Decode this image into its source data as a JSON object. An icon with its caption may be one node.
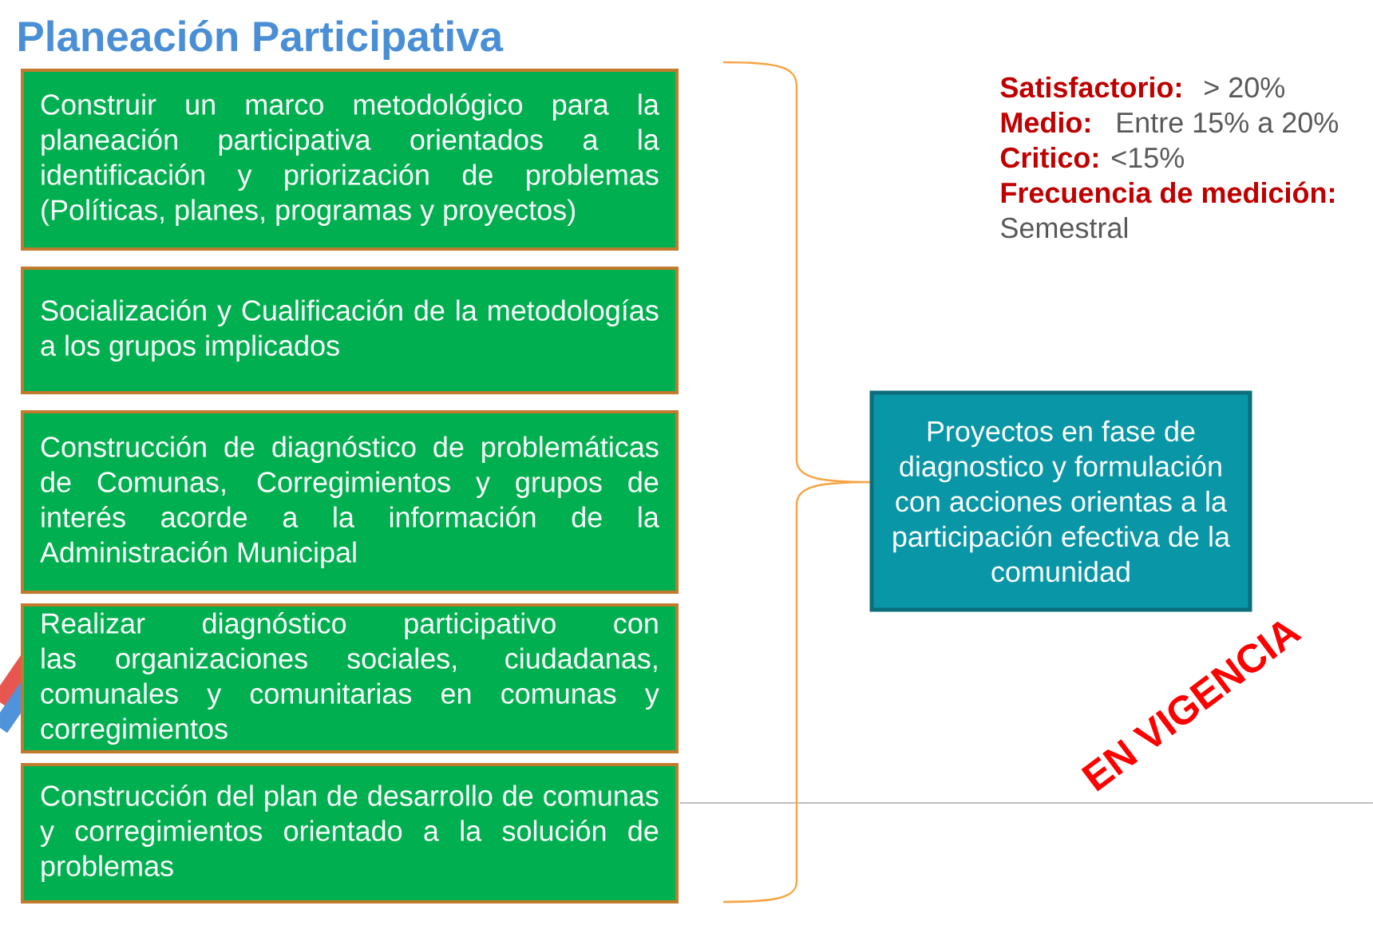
{
  "diagram": {
    "title": "Planeación Participativa",
    "nodes": [
      {
        "text": [
          "Construir un marco metodológico para la planeación participativa orientados a la identificación y priorización de problemas (Políticas, planes, programas y proyectos)"
        ]
      },
      {
        "text": [
          "Socialización y Cualificación de la metodologías a los grupos implicados"
        ]
      },
      {
        "text": [
          "Construcción de diagnóstico de problemáticas de Comunas, Corregimientos y grupos de interés acorde a la información de la Administración Municipal"
        ]
      },
      {
        "text": [
          "Realizar diagnóstico participativo con las organizaciones sociales, ciudadanas, comunales y comunitarias en comunas y corregimientos"
        ]
      },
      {
        "text": [
          "Construcción del plan de desarrollo de comunas y corregimientos orientado a la solución de problemas"
        ]
      },
      {
        "text": [
          "Proyectos en fase de diagnostico y formulación con acciones orientas a la participación efectiva de la comunidad"
        ]
      }
    ],
    "labels": [
      "Satisfactorio:",
      "> 20%",
      "Medio:",
      "Entre 15% a 20%",
      "Critico:",
      "<15%",
      "Frecuencia de medición:",
      "Semestral",
      "EN VIGENCIA"
    ]
  }
}
